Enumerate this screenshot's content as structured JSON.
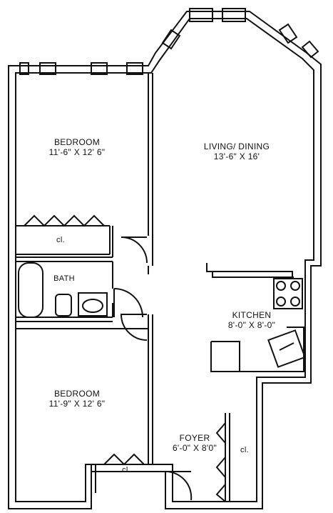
{
  "rooms": {
    "bedroom1": {
      "name": "BEDROOM",
      "dims": "11'-6\" X 12' 6\""
    },
    "living": {
      "name": "LIVING/ DINING",
      "dims": "13'-6\" X 16'"
    },
    "closet1": {
      "name": "cl."
    },
    "bath": {
      "name": "BATH"
    },
    "kitchen": {
      "name": "KITCHEN",
      "dims": "8'-0\" X 8'-0\""
    },
    "bedroom2": {
      "name": "BEDROOM",
      "dims": "11'-9\" X 12' 6\""
    },
    "foyer": {
      "name": "FOYER",
      "dims": "6'-0\" X 8'0\""
    },
    "closet2": {
      "name": "cl."
    },
    "closet3": {
      "name": "cl."
    }
  },
  "colors": {
    "wall": "#111111",
    "background": "#ffffff"
  }
}
